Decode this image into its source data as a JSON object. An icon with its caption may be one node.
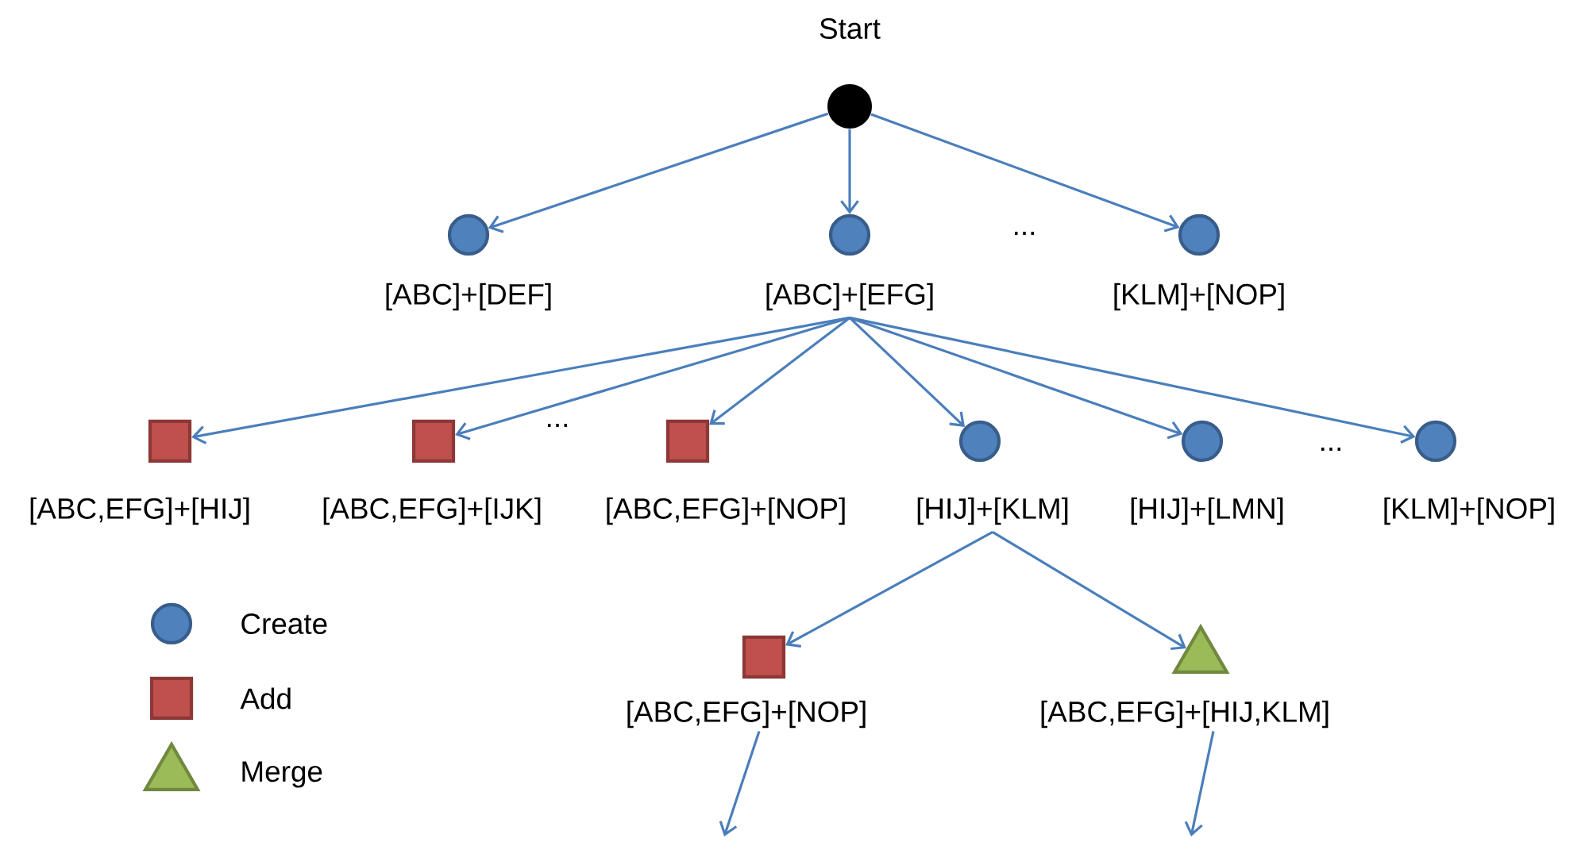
{
  "diagram": {
    "nodes": [
      {
        "text": [],
        "shape": "dot",
        "beside": [
          "Start"
        ]
      },
      {
        "text": [],
        "shape": "circle",
        "beside": [
          "[ABC]+[DEF]"
        ]
      },
      {
        "text": [],
        "shape": "circle",
        "beside": [
          "[ABC]+[EFG]"
        ]
      },
      {
        "text": [],
        "shape": "circle",
        "beside": [
          "[KLM]+[NOP]"
        ]
      },
      {
        "text": [],
        "shape": "box",
        "beside": [
          "[ABC,EFG]+[HIJ]"
        ]
      },
      {
        "text": [],
        "shape": "box",
        "beside": [
          "[ABC,EFG]+[IJK]"
        ]
      },
      {
        "text": [],
        "shape": "box",
        "beside": [
          "[ABC,EFG]+[NOP]"
        ]
      },
      {
        "text": [],
        "shape": "circle",
        "beside": [
          "[HIJ]+[KLM]"
        ]
      },
      {
        "text": [],
        "shape": "circle",
        "beside": [
          "[HIJ]+[LMN]"
        ]
      },
      {
        "text": [],
        "shape": "circle",
        "beside": [
          "[KLM]+[NOP]"
        ]
      },
      {
        "text": [],
        "shape": "box",
        "beside": [
          "[ABC,EFG]+[NOP]"
        ]
      },
      {
        "text": [],
        "shape": "triangle",
        "beside": [
          "[ABC,EFG]+[HIJ,KLM]"
        ]
      }
    ],
    "edges": [
      {
        "from": 0,
        "to": 1,
        "arrow": "to"
      },
      {
        "from": 0,
        "to": 2,
        "arrow": "to"
      },
      {
        "from": 0,
        "to": 3,
        "arrow": "to"
      },
      {
        "from": 2,
        "to": 4,
        "arrow": "to"
      },
      {
        "from": 2,
        "to": 5,
        "arrow": "to"
      },
      {
        "from": 2,
        "to": 6,
        "arrow": "to"
      },
      {
        "from": 2,
        "to": 7,
        "arrow": "to"
      },
      {
        "from": 2,
        "to": 8,
        "arrow": "to"
      },
      {
        "from": 2,
        "to": 9,
        "arrow": "to"
      },
      {
        "from": 7,
        "to": 10,
        "arrow": "to"
      },
      {
        "from": 7,
        "to": 11,
        "arrow": "to"
      },
      {
        "from": 10,
        "to": null,
        "arrow": "to"
      },
      {
        "from": 11,
        "to": null,
        "arrow": "to"
      }
    ],
    "labels": [
      "...",
      "...",
      "..."
    ],
    "legend": [
      {
        "text": "Create",
        "color": "#4f81bd"
      },
      {
        "text": "Add",
        "color": "#c0504d"
      },
      {
        "text": "Merge",
        "color": "#9bbb59"
      }
    ]
  }
}
